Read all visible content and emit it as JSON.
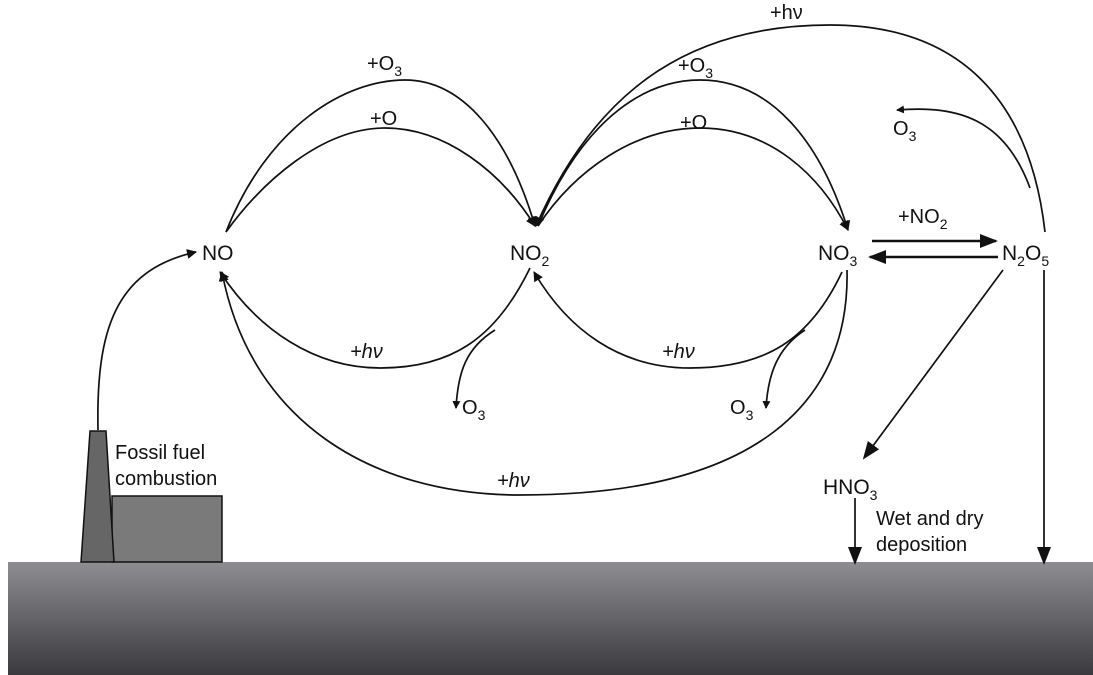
{
  "species": {
    "no": {
      "text": "NO"
    },
    "no2": {
      "main": "NO",
      "sub": "2"
    },
    "no3": {
      "main": "NO",
      "sub": "3"
    },
    "n2o5": {
      "a": "N",
      "sub_a": "2",
      "b": "O",
      "sub_b": "5"
    },
    "hno3": {
      "main": "HNO",
      "sub": "3"
    }
  },
  "reactions": {
    "plus_o3": {
      "main": "+O",
      "sub": "3"
    },
    "plus_o": "+O",
    "plus_hv": "+hν",
    "plus_no2": {
      "main": "+NO",
      "sub": "2"
    },
    "o3_product": {
      "main": "O",
      "sub": "3"
    }
  },
  "source": {
    "line1": "Fossil fuel",
    "line2": "combustion"
  },
  "deposition": {
    "line1": "Wet and dry",
    "line2": "deposition"
  },
  "colors": {
    "ink": "#111111",
    "stack": "#666666",
    "factory": "#7a7a7a",
    "ground_top": "#8e8e92",
    "ground_bottom": "#3a3a3e"
  }
}
